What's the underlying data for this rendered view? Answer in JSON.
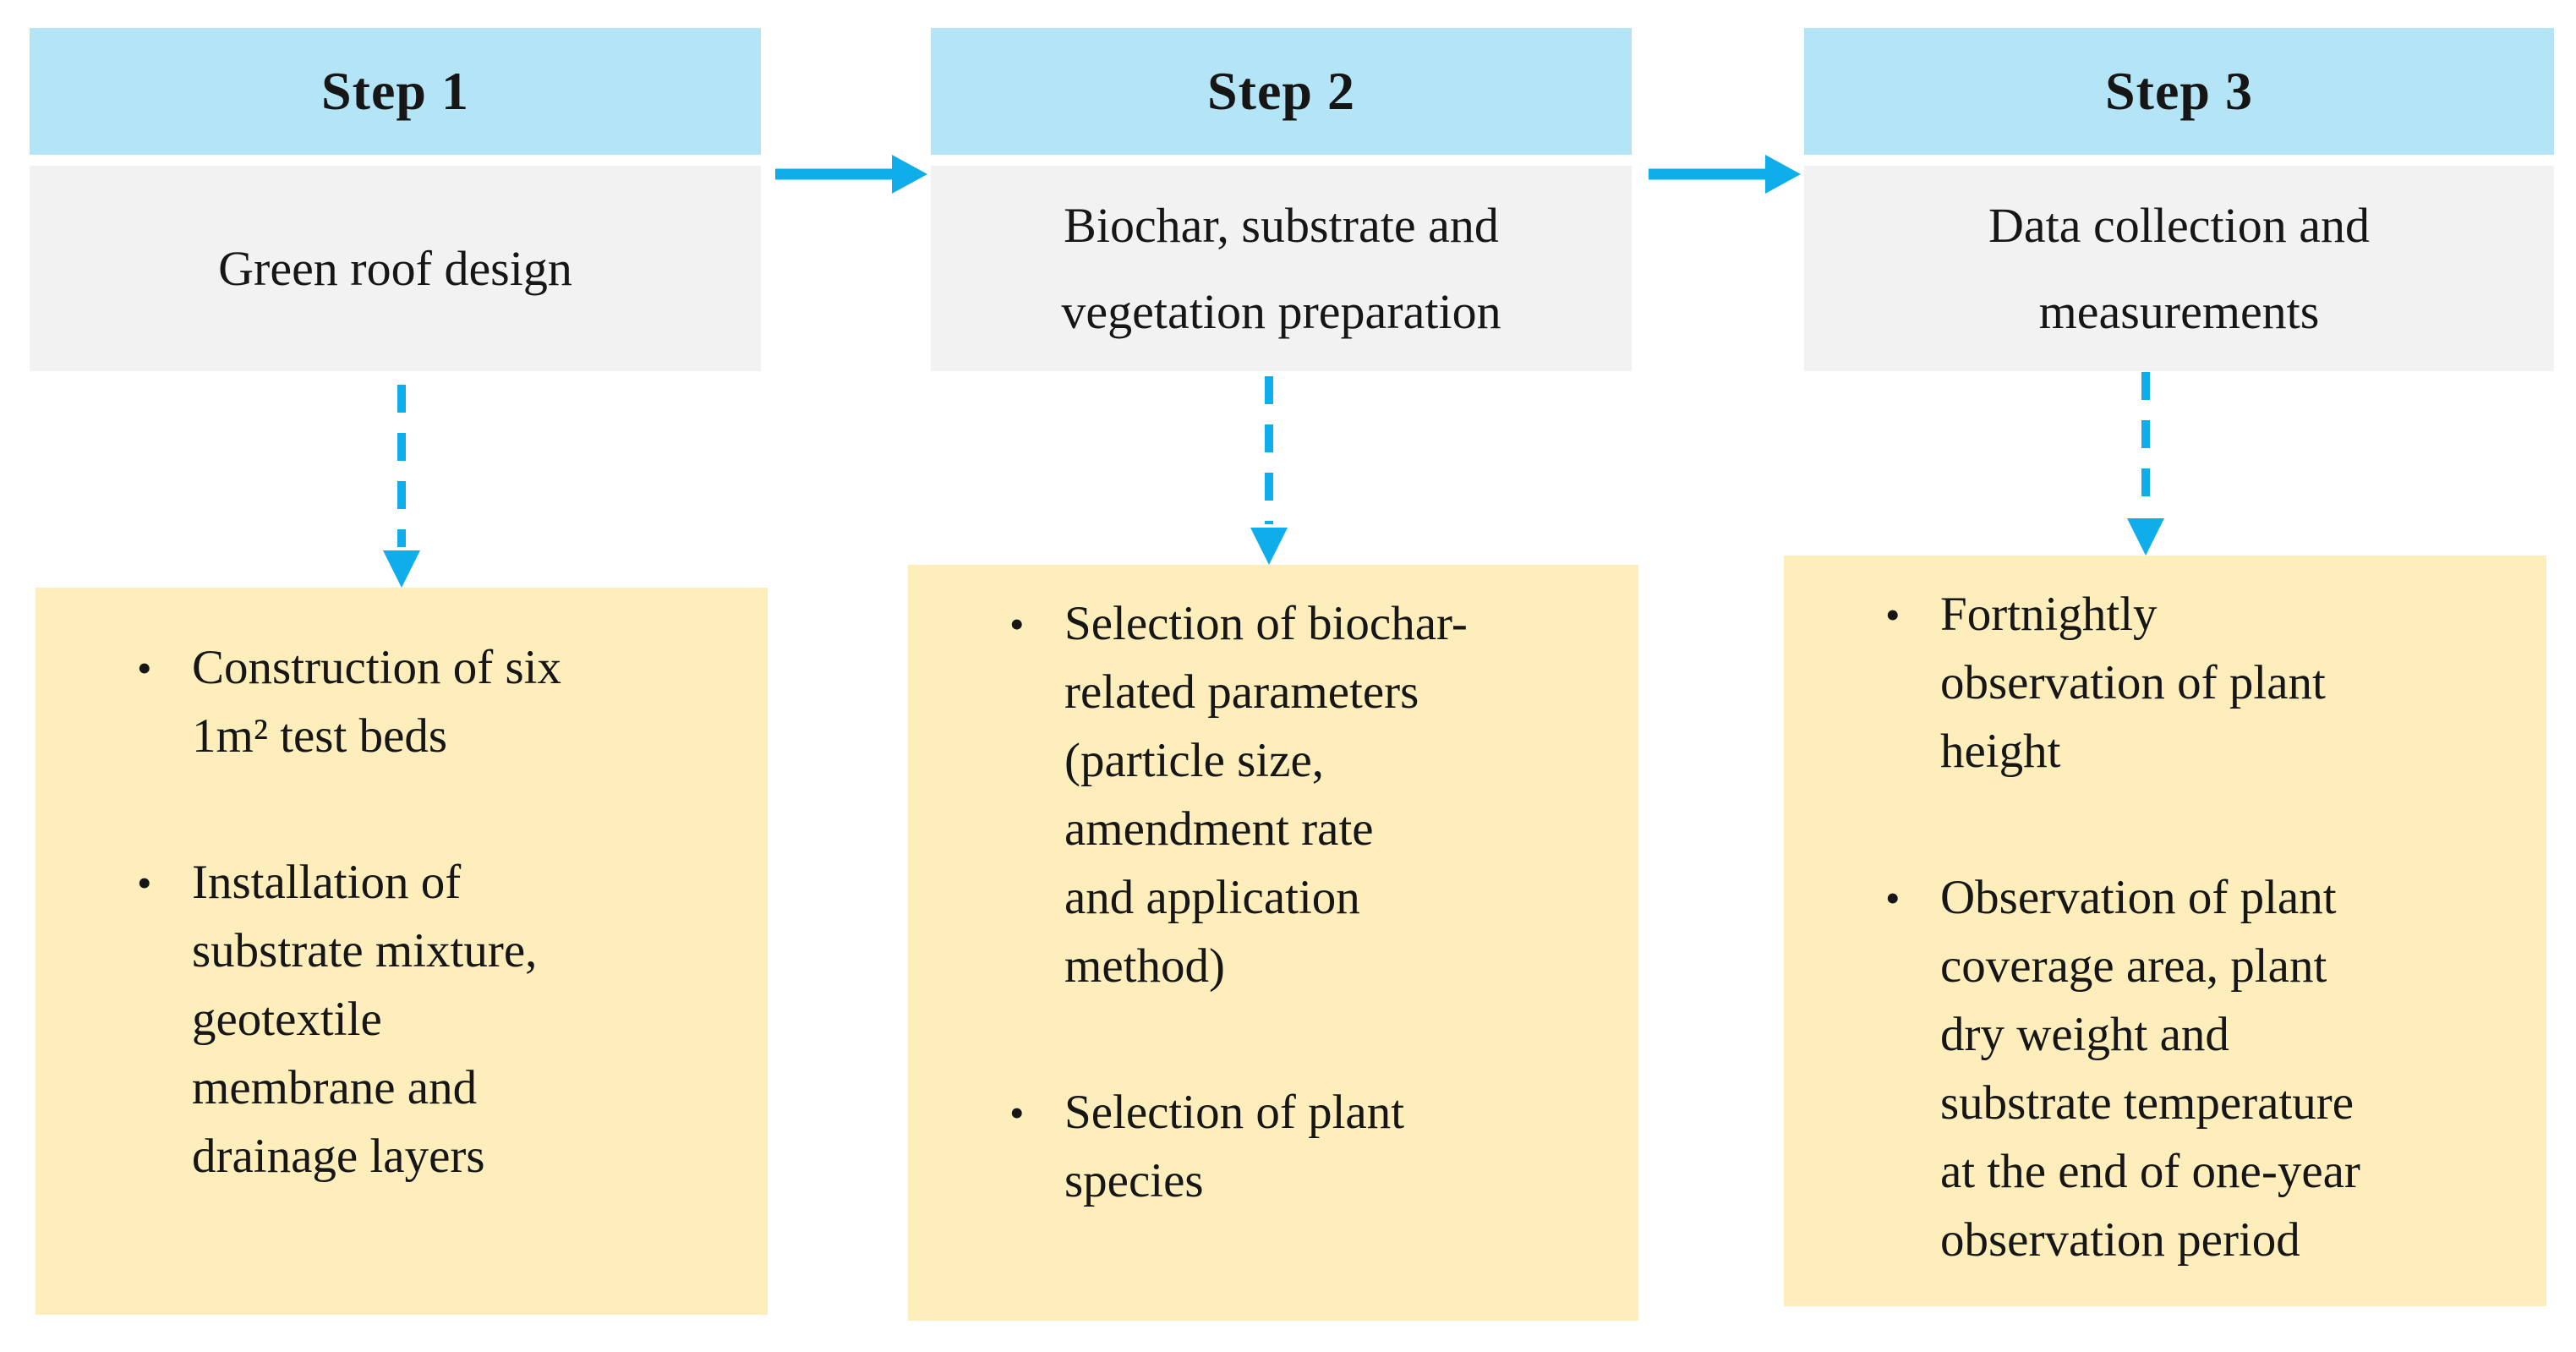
{
  "figure": {
    "type": "process-flow-diagram",
    "topic": "Green roof biochar experiment methodology"
  },
  "colors": {
    "header_bg": "#b3e5f6",
    "box_bg": "#f2f2f2",
    "note_bg": "#fdeebb",
    "arrow_color": "#0fadea",
    "text_color": "#161616"
  },
  "icons": {
    "right_arrow": "solid-right-arrow",
    "down_arrow": "dashed-down-arrow"
  },
  "bullet_glyph": "•",
  "columns": [
    {
      "step_label": "Step 1",
      "stage_text": "Green roof design",
      "bullets": [
        "Construction of six\n1m² test beds",
        "Installation of\nsubstrate mixture,\ngeotextile\nmembrane and\ndrainage layers"
      ]
    },
    {
      "step_label": "Step 2",
      "stage_text": "Biochar, substrate and\nvegetation preparation",
      "bullets": [
        "Selection of biochar-\nrelated parameters\n(particle size,\namendment rate\nand application\nmethod)",
        "Selection of plant\nspecies"
      ]
    },
    {
      "step_label": "Step 3",
      "stage_text": "Data collection and\nmeasurements",
      "bullets": [
        "Fortnightly\nobservation of plant\nheight",
        "Observation of plant\ncoverage area, plant\ndry weight and\nsubstrate temperature\nat the end of one-year\nobservation period"
      ]
    }
  ]
}
